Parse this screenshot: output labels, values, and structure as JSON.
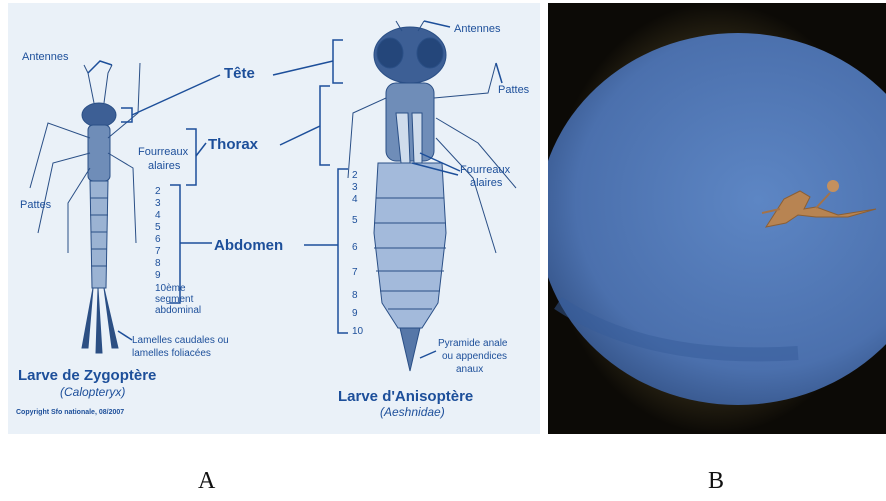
{
  "panel_a": {
    "labels": {
      "antennes_left": "Antennes",
      "antennes_right": "Antennes",
      "pattes_left": "Pattes",
      "pattes_right": "Pattes",
      "tete": "Tête",
      "thorax": "Thorax",
      "abdomen": "Abdomen",
      "fourreaux_left_1": "Fourreaux",
      "fourreaux_left_2": "alaires",
      "fourreaux_right_1": "Fourreaux",
      "fourreaux_right_2": "alaires",
      "segments_left": [
        "2",
        "3",
        "4",
        "5",
        "6",
        "7",
        "8",
        "9"
      ],
      "segment10_1": "10ème",
      "segment10_2": "segment",
      "segment10_3": "abdominal",
      "segments_right": [
        "2",
        "3",
        "4",
        "5",
        "6",
        "7",
        "8",
        "9",
        "10"
      ],
      "lamelles_1": "Lamelles caudales ou",
      "lamelles_2": "lamelles foliacées",
      "pyramide_1": "Pyramide anale",
      "pyramide_2": "ou appendices",
      "pyramide_3": "anaux",
      "zygo_title": "Larve de Zygoptère",
      "zygo_sub": "(Calopteryx)",
      "aniso_title": "Larve d'Anisoptère",
      "aniso_sub": "(Aeshnidae)",
      "copyright": "Copyright Sfo nationale, 08/2007"
    }
  },
  "panel_letters": {
    "a": "A",
    "b": "B"
  },
  "colors": {
    "diagram_bg": "#eaf1f8",
    "label_blue": "#1d4f9a",
    "photo_disc": "#4f76b4"
  }
}
